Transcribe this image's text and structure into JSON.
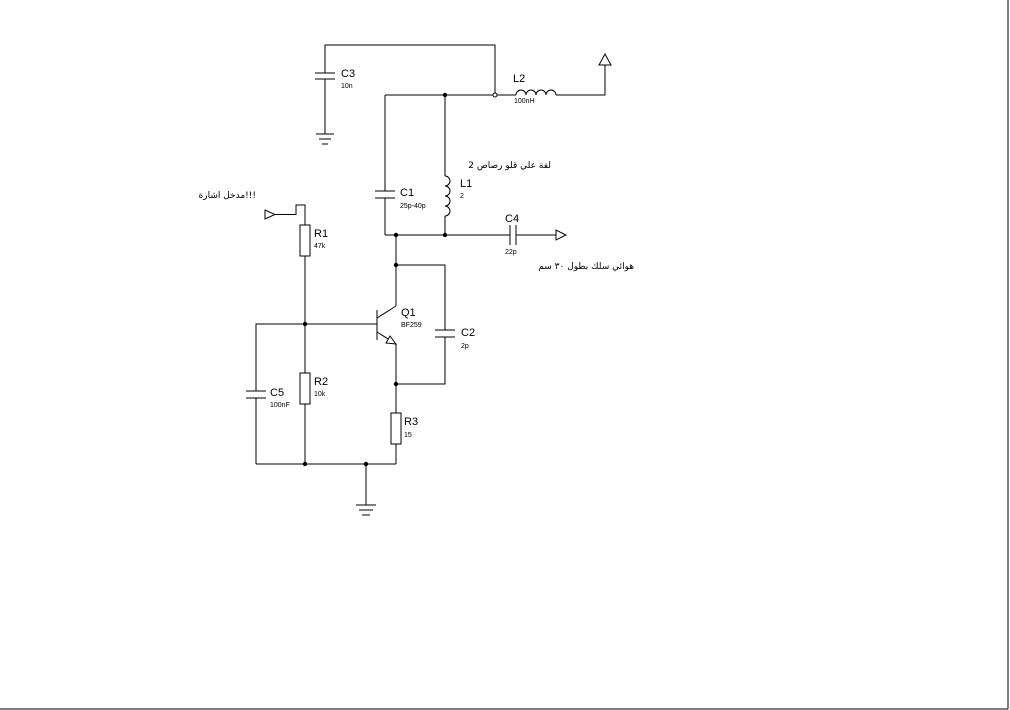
{
  "components": {
    "c3": {
      "ref": "C3",
      "value": "10n"
    },
    "l2": {
      "ref": "L2",
      "value": "100nH"
    },
    "c1": {
      "ref": "C1",
      "value": "25p-40p"
    },
    "l1": {
      "ref": "L1",
      "value": "2"
    },
    "c4": {
      "ref": "C4",
      "value": "22p"
    },
    "r1": {
      "ref": "R1",
      "value": "47k"
    },
    "q1": {
      "ref": "Q1",
      "value": "BF259"
    },
    "c2": {
      "ref": "C2",
      "value": "2p"
    },
    "c5": {
      "ref": "C5",
      "value": "100nF"
    },
    "r2": {
      "ref": "R2",
      "value": "10k"
    },
    "r3": {
      "ref": "R3",
      "value": "15"
    }
  },
  "notes": {
    "coil": "لفة علي قلو رصاص 2",
    "input": "مدخل اشارة!!!",
    "antenna": "هوائي سلك بطول ٣٠ سم"
  }
}
